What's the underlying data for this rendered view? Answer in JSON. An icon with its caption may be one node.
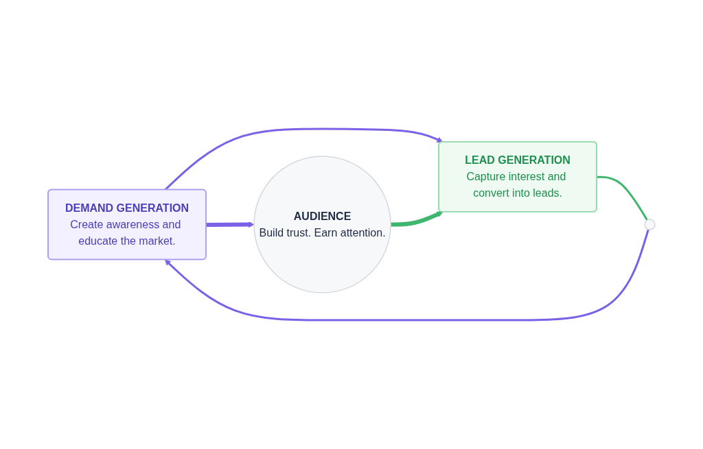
{
  "diagram": {
    "nodes": [
      {
        "text": [
          "DEMAND GENERATION",
          "Create awareness and educate the market."
        ]
      },
      {
        "text": [
          "AUDIENCE",
          "Build trust. Earn attention."
        ]
      },
      {
        "text": [
          "LEAD GENERATION",
          "Capture interest and convert into leads."
        ]
      },
      {
        "text": [],
        "shape": "circle"
      }
    ],
    "edges": [
      {
        "from": 0,
        "to": 2,
        "arrow": "to"
      },
      {
        "from": 0,
        "to": 1,
        "arrow": "to",
        "style": "thick"
      },
      {
        "from": 1,
        "to": 2,
        "arrow": "to",
        "style": "thick",
        "color": "#3fb56e"
      },
      {
        "from": 2,
        "to": 3,
        "arrow": "none",
        "color": "#3fb56e"
      },
      {
        "from": 3,
        "to": 0,
        "arrow": "to"
      }
    ]
  }
}
